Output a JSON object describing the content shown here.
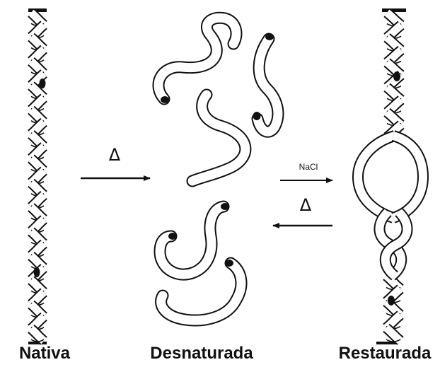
{
  "labels": {
    "native": "Nativa",
    "denatured": "Desnaturada",
    "restored": "Restaurada"
  },
  "arrows": {
    "denature_symbol": "Δ",
    "renature_salt": "NaCl",
    "reverse_symbol": "Δ"
  },
  "colors": {
    "ink": "#111111",
    "background": "#ffffff"
  }
}
